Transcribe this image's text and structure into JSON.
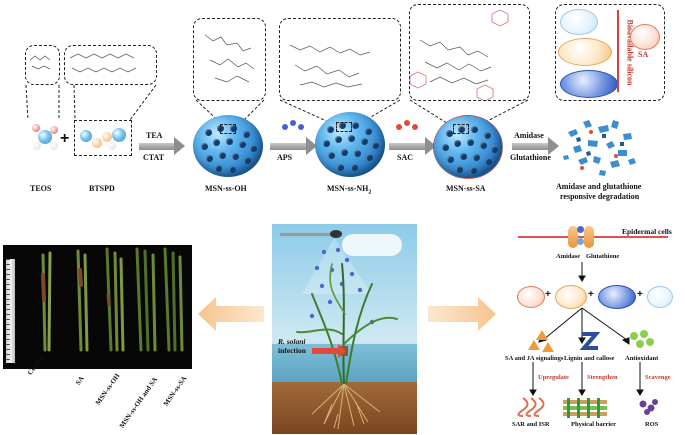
{
  "top": {
    "reagents": {
      "teos": "TEOS",
      "btspd": "BTSPD"
    },
    "step1": {
      "above": "TEA",
      "below": "CTAT"
    },
    "step2": {
      "above": "APS"
    },
    "step3": {
      "above": "SAC"
    },
    "step4": {
      "above": "Amidase",
      "below": "Glutathione"
    },
    "products": {
      "oh": "MSN-ss-OH",
      "nh2_base": "MSN-ss-NH",
      "nh2_sub": "2",
      "sa": "MSN-ss-SA"
    },
    "degradation": {
      "line1": "Amidase and glutathione",
      "line2": "responsive degradation"
    },
    "bioavailable": {
      "label": "Bioavailable silicon",
      "sa_tag": "SA"
    }
  },
  "left_panel": {
    "samples": [
      "Control",
      "SA",
      "MSN-ss-OH",
      "MSN-ss-OH and SA",
      "MSN-ss-SA"
    ]
  },
  "center_panel": {
    "infection_italic": "R. solani",
    "infection_rest": "infection"
  },
  "right_panel": {
    "epidermal": "Epidermal cells",
    "amidase": "Amidase",
    "glutathione": "Glutathione",
    "pathways": [
      {
        "name": "SA and JA signalings",
        "action": "Upregulate",
        "result": "SAR and ISR"
      },
      {
        "name": "Lignin and callose",
        "action": "Strengthen",
        "result": "Physical barrier"
      },
      {
        "name": "Antioxidant",
        "action": "Scavenge",
        "result": "ROS"
      }
    ],
    "colors": {
      "action": "#c0392b",
      "membrane": "#e0524d"
    }
  }
}
